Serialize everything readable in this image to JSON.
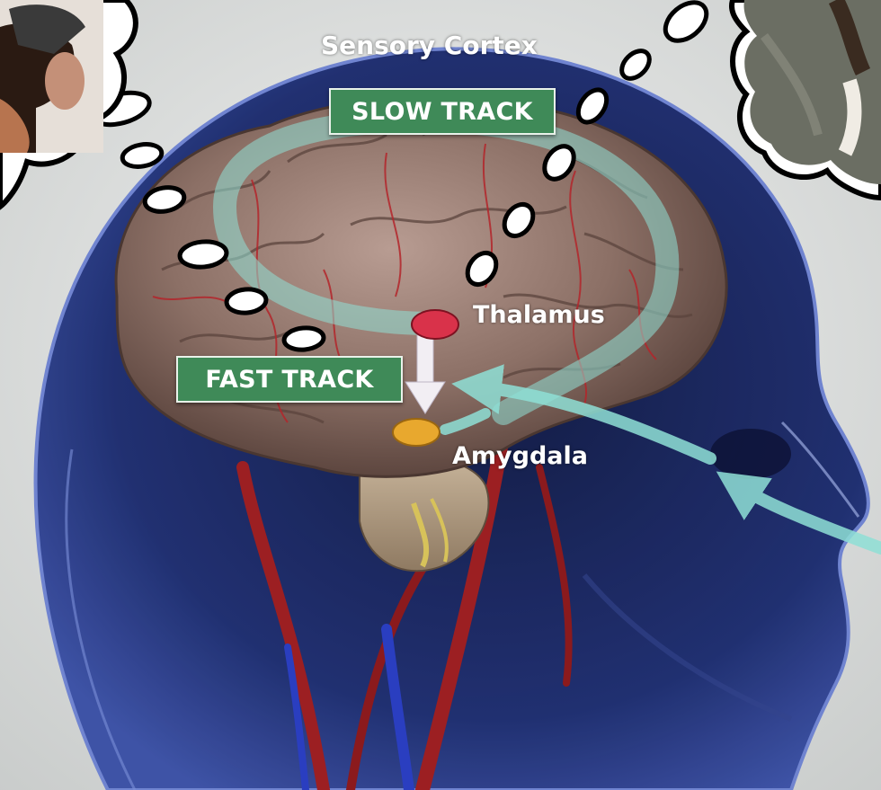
{
  "labels": {
    "sensory_cortex": "Sensory Cortex",
    "slow_track": "SLOW TRACK",
    "fast_track": "FAST TRACK",
    "thalamus": "Thalamus",
    "amygdala": "Amygdala"
  },
  "colors": {
    "background": "#d9dcdb",
    "track_box": "#3f8a58",
    "thalamus": "#d9324a",
    "amygdala": "#e8a82e",
    "pathway": "#8fe0d6",
    "head": "#1b2b6e",
    "brain": "#8c7066"
  },
  "icons": {
    "left_thought_bubble": "thought-bubble-with-person-photo",
    "right_thought_bubble": "thought-bubble-with-dog-photo"
  }
}
